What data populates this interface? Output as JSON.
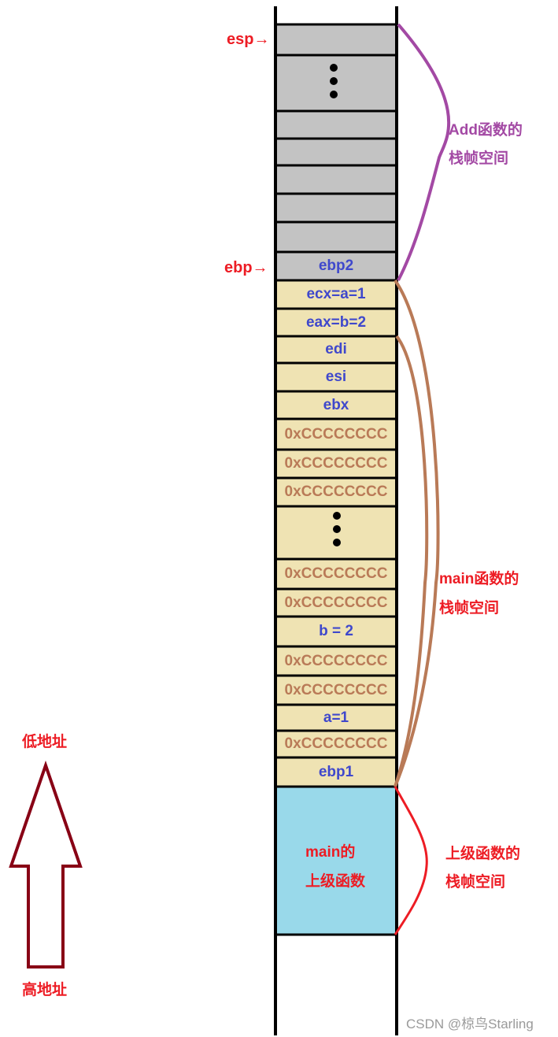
{
  "stack": {
    "cells": [
      {
        "kind": "gray",
        "label": ""
      },
      {
        "kind": "gray-dots",
        "label": ""
      },
      {
        "kind": "gray",
        "label": ""
      },
      {
        "kind": "gray",
        "label": ""
      },
      {
        "kind": "gray",
        "label": ""
      },
      {
        "kind": "gray",
        "label": ""
      },
      {
        "kind": "gray",
        "label": ""
      },
      {
        "kind": "gray",
        "label": "ebp2"
      },
      {
        "kind": "beige",
        "label": "ecx=a=1"
      },
      {
        "kind": "beige",
        "label": "eax=b=2"
      },
      {
        "kind": "beige",
        "label": "edi"
      },
      {
        "kind": "beige",
        "label": "esi"
      },
      {
        "kind": "beige",
        "label": "ebx"
      },
      {
        "kind": "beige-cc",
        "label": "0xCCCCCCCC"
      },
      {
        "kind": "beige-cc",
        "label": "0xCCCCCCCC"
      },
      {
        "kind": "beige-cc",
        "label": "0xCCCCCCCC"
      },
      {
        "kind": "beige-dots",
        "label": ""
      },
      {
        "kind": "beige-cc",
        "label": "0xCCCCCCCC"
      },
      {
        "kind": "beige-cc",
        "label": "0xCCCCCCCC"
      },
      {
        "kind": "beige",
        "label": "b = 2"
      },
      {
        "kind": "beige-cc",
        "label": "0xCCCCCCCC"
      },
      {
        "kind": "beige-cc",
        "label": "0xCCCCCCCC"
      },
      {
        "kind": "beige",
        "label": "a=1"
      },
      {
        "kind": "beige-cc",
        "label": "0xCCCCCCCC"
      },
      {
        "kind": "beige",
        "label": "ebp1"
      },
      {
        "kind": "blue",
        "label": ""
      }
    ],
    "caller_block": {
      "line1": "main的",
      "line2": "上级函数"
    }
  },
  "pointers": {
    "esp": "esp→",
    "ebp": "ebp→"
  },
  "braces": {
    "add": {
      "line1": "Add函数的",
      "line2": "栈帧空间"
    },
    "main": {
      "line1": "main函数的",
      "line2": "栈帧空间"
    },
    "caller": {
      "line1": "上级函数的",
      "line2": "栈帧空间"
    }
  },
  "arrow": {
    "top_label": "低地址",
    "bottom_label": "高地址"
  },
  "watermark": "CSDN @椋鸟Starling",
  "colors": {
    "gray_cell": "#c3c3c3",
    "beige_cell": "#efe3b3",
    "blue_cell": "#99d9ea",
    "register_text": "#3f48cc",
    "filler_text": "#b97a57",
    "pointer_text": "#ed1c24",
    "add_brace": "#a349a4",
    "main_brace": "#b97a57",
    "caller_brace": "#ed1c24",
    "arrow": "#880015"
  }
}
